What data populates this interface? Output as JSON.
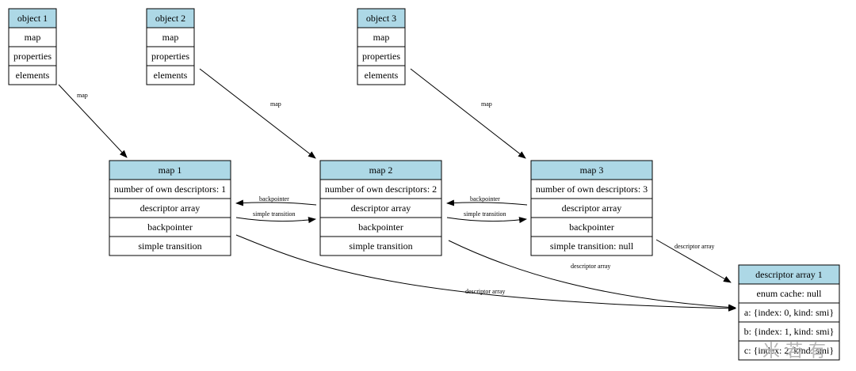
{
  "colors": {
    "header": "#add8e6",
    "line": "#000000",
    "background": "#ffffff"
  },
  "nodes": {
    "object1": {
      "title": "object 1",
      "rows": [
        "map",
        "properties",
        "elements"
      ]
    },
    "object2": {
      "title": "object 2",
      "rows": [
        "map",
        "properties",
        "elements"
      ]
    },
    "object3": {
      "title": "object 3",
      "rows": [
        "map",
        "properties",
        "elements"
      ]
    },
    "map1": {
      "title": "map 1",
      "rows": [
        "number of own descriptors: 1",
        "descriptor array",
        "backpointer",
        "simple transition"
      ]
    },
    "map2": {
      "title": "map 2",
      "rows": [
        "number of own descriptors: 2",
        "descriptor array",
        "backpointer",
        "simple transition"
      ]
    },
    "map3": {
      "title": "map 3",
      "rows": [
        "number of own descriptors: 3",
        "descriptor array",
        "backpointer",
        "simple transition: null"
      ]
    },
    "desc1": {
      "title": "descriptor array 1",
      "rows": [
        "enum cache: null",
        "a: {index: 0, kind: smi}",
        "b: {index: 1, kind: smi}",
        "c: {index: 2, kind: smi}"
      ]
    }
  },
  "edge_labels": {
    "map": "map",
    "backpointer": "backpointer",
    "simple_transition": "simple transition",
    "descriptor_array": "descriptor array"
  },
  "watermark": "米 若 有"
}
